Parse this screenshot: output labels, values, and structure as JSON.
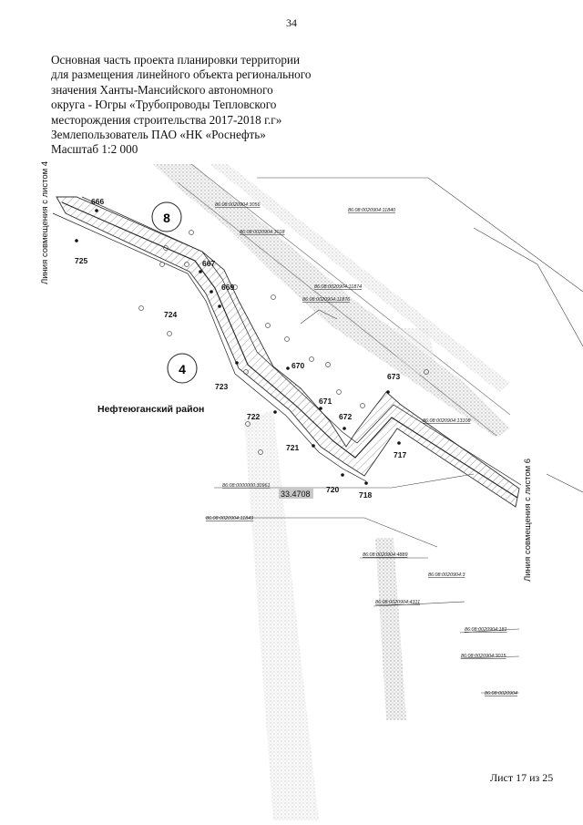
{
  "page_number": "34",
  "title_lines": [
    "Основная часть проекта планировки территории",
    "для размещения линейного объекта регионального",
    "значения Ханты-Мансийского автономного",
    "округа - Югры «Трубопроводы Тепловского",
    "месторождения строительства 2017-2018 г.г»",
    "Землепользователь ПАО «НК «Роснефть»",
    "Масштаб 1:2 000"
  ],
  "map": {
    "left_border_label": "Линия совмещения с листом 4",
    "right_border_label": "Линия совмещения с листом 6",
    "district_label": "Нефтеюганский район",
    "area_label": "33.4708",
    "circle_labels": [
      "8",
      "4"
    ],
    "point_labels": [
      "666",
      "725",
      "667",
      "669",
      "724",
      "723",
      "670",
      "722",
      "671",
      "672",
      "673",
      "721",
      "717",
      "720",
      "718"
    ],
    "cadastral_labels": [
      "86:08:0020904:3056",
      "86:08:0020904:11840",
      "86:08:0020904:3018",
      "86:08:0020904:11874",
      "86:08:0020904:11876",
      "86:08:0020904:13108",
      "86:08:0000000:30961",
      "86:08:0020904:11849",
      "86:08:0020904:4889",
      "86:08:0020904:3",
      "86:08:0020904:4311",
      "86:08:0020904:181",
      "86:08:0020904:3015",
      "86:08:0020904"
    ]
  },
  "sheet_footer": "Лист 17 из 25"
}
